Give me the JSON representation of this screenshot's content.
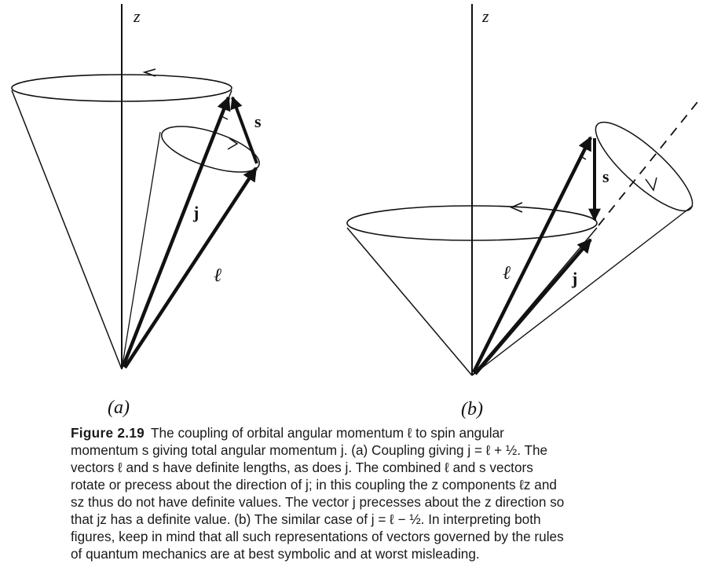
{
  "figure": {
    "panel_a": {
      "axis_label": "z",
      "vector_s": "s",
      "vector_j": "j",
      "vector_l": "ℓ",
      "panel_label": "(a)"
    },
    "panel_b": {
      "axis_label": "z",
      "vector_s": "s",
      "vector_j": "j",
      "vector_l": "ℓ",
      "panel_label": "(b)"
    }
  },
  "caption": {
    "number": "Figure 2.19",
    "lines": [
      "The coupling of orbital angular momentum ℓ to spin angular",
      "momentum s giving total angular momentum j. (a) Coupling giving j = ℓ + ½. The",
      "vectors ℓ and s have definite lengths, as does j. The combined ℓ and s vectors",
      "rotate or precess about the direction of j; in this coupling the z components ℓz and",
      "sz thus do not have definite values. The vector j precesses about the z direction so",
      "that jz has a definite value. (b) The similar case of j = ℓ − ½. In interpreting both",
      "figures, keep in mind that all such representations of vectors governed by the rules",
      "of quantum mechanics are at best symbolic and at worst misleading."
    ]
  }
}
